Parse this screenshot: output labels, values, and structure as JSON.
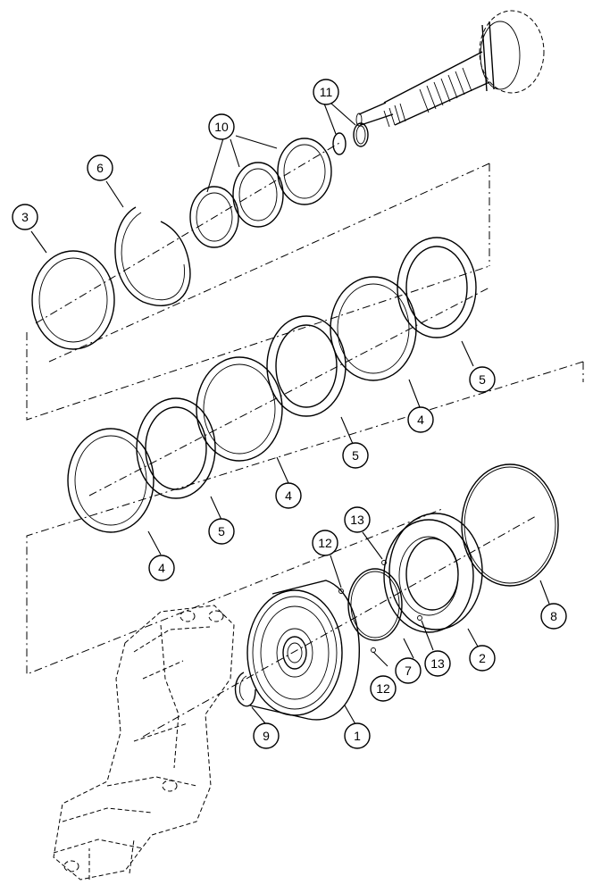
{
  "callouts": [
    {
      "id": "c1",
      "label": "1"
    },
    {
      "id": "c2",
      "label": "2"
    },
    {
      "id": "c3",
      "label": "3"
    },
    {
      "id": "c4a",
      "label": "4"
    },
    {
      "id": "c4b",
      "label": "4"
    },
    {
      "id": "c4c",
      "label": "4"
    },
    {
      "id": "c5a",
      "label": "5"
    },
    {
      "id": "c5b",
      "label": "5"
    },
    {
      "id": "c5c",
      "label": "5"
    },
    {
      "id": "c6",
      "label": "6"
    },
    {
      "id": "c7",
      "label": "7"
    },
    {
      "id": "c8",
      "label": "8"
    },
    {
      "id": "c9",
      "label": "9"
    },
    {
      "id": "c10",
      "label": "10"
    },
    {
      "id": "c11",
      "label": "11"
    },
    {
      "id": "c12a",
      "label": "12"
    },
    {
      "id": "c12b",
      "label": "12"
    },
    {
      "id": "c13a",
      "label": "13"
    },
    {
      "id": "c13b",
      "label": "13"
    }
  ]
}
